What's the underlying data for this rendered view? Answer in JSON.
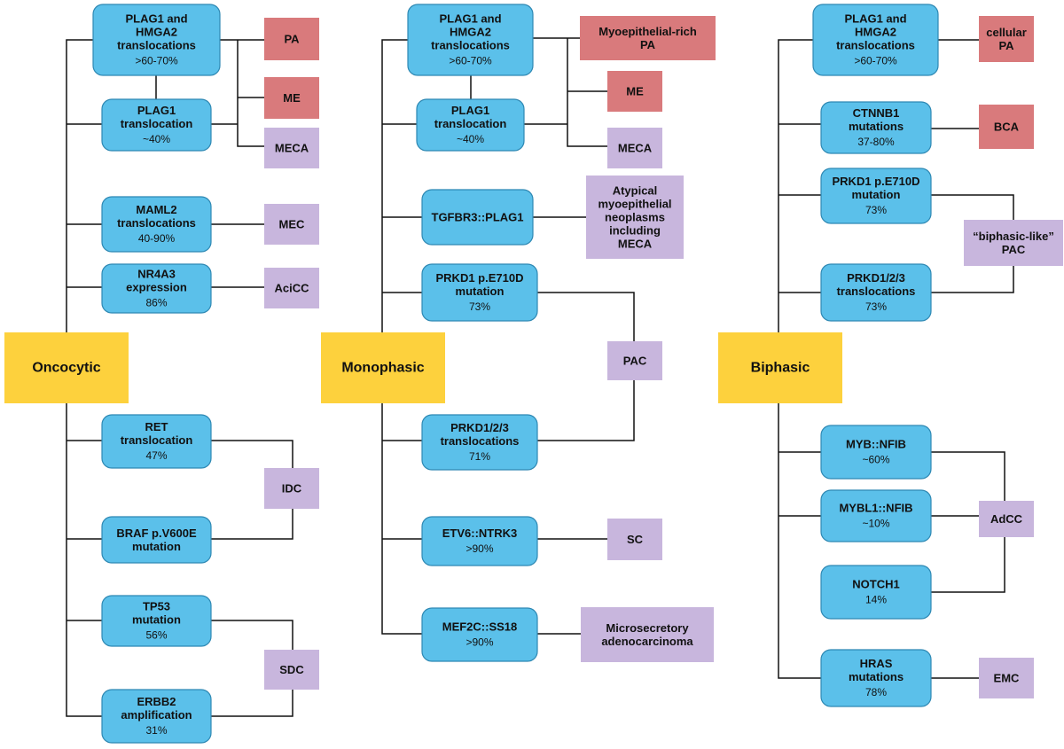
{
  "colors": {
    "genetic_box": "#5bc0ea",
    "genetic_border": "#2e88b3",
    "benign": "#d97a7c",
    "malignant": "#c8b6dd",
    "category": "#fdd13d",
    "line": "#111111"
  },
  "categories": {
    "oncocytic": "Oncocytic",
    "monophasic": "Monophasic",
    "biphasic": "Biphasic"
  },
  "genetics": {
    "c1_plag1_hmga2": {
      "lines": [
        "PLAG1 and",
        "HMGA2",
        "translocations"
      ],
      "pct": ">60-70%"
    },
    "c1_plag1": {
      "lines": [
        "PLAG1",
        "translocation"
      ],
      "pct": "~40%"
    },
    "c1_maml2": {
      "lines": [
        "MAML2",
        "translocations"
      ],
      "pct": "40-90%"
    },
    "c1_nr4a3": {
      "lines": [
        "NR4A3",
        "expression"
      ],
      "pct": "86%"
    },
    "c1_ret": {
      "lines": [
        "RET",
        "translocation"
      ],
      "pct": "47%"
    },
    "c1_braf": {
      "lines": [
        "BRAF p.V600E",
        "mutation"
      ],
      "pct": ""
    },
    "c1_tp53": {
      "lines": [
        "TP53",
        "mutation"
      ],
      "pct": "56%"
    },
    "c1_erbb2": {
      "lines": [
        "ERBB2",
        "amplification"
      ],
      "pct": "31%"
    },
    "c2_plag1_hmga2": {
      "lines": [
        "PLAG1 and",
        "HMGA2",
        "translocations"
      ],
      "pct": ">60-70%"
    },
    "c2_plag1": {
      "lines": [
        "PLAG1",
        "translocation"
      ],
      "pct": "~40%"
    },
    "c2_tgfbr3": {
      "lines": [
        "TGFBR3::PLAG1"
      ],
      "pct": ""
    },
    "c2_prkd1": {
      "lines": [
        "PRKD1 p.E710D",
        "mutation"
      ],
      "pct": "73%"
    },
    "c2_prkd123": {
      "lines": [
        "PRKD1/2/3",
        "translocations"
      ],
      "pct": "71%"
    },
    "c2_etv6": {
      "lines": [
        "ETV6::NTRK3"
      ],
      "pct": ">90%"
    },
    "c2_mef2c": {
      "lines": [
        "MEF2C::SS18"
      ],
      "pct": ">90%"
    },
    "c3_plag1_hmga2": {
      "lines": [
        "PLAG1 and",
        "HMGA2",
        "translocations"
      ],
      "pct": ">60-70%"
    },
    "c3_ctnnb1": {
      "lines": [
        "CTNNB1",
        "mutations"
      ],
      "pct": "37-80%"
    },
    "c3_prkd1": {
      "lines": [
        "PRKD1 p.E710D",
        "mutation"
      ],
      "pct": "73%"
    },
    "c3_prkd123": {
      "lines": [
        "PRKD1/2/3",
        "translocations"
      ],
      "pct": "73%"
    },
    "c3_myb": {
      "lines": [
        "MYB::NFIB"
      ],
      "pct": "~60%"
    },
    "c3_mybl1": {
      "lines": [
        "MYBL1::NFIB"
      ],
      "pct": "~10%"
    },
    "c3_notch1": {
      "lines": [
        "NOTCH1"
      ],
      "pct": "14%"
    },
    "c3_hras": {
      "lines": [
        "HRAS",
        "mutations"
      ],
      "pct": "78%"
    }
  },
  "results": {
    "c1_pa": {
      "lines": [
        "PA"
      ],
      "type": "benign"
    },
    "c1_me": {
      "lines": [
        "ME"
      ],
      "type": "benign"
    },
    "c1_meca": {
      "lines": [
        "MECA"
      ],
      "type": "malignant"
    },
    "c1_mec": {
      "lines": [
        "MEC"
      ],
      "type": "malignant"
    },
    "c1_acicc": {
      "lines": [
        "AciCC"
      ],
      "type": "malignant"
    },
    "c1_idc": {
      "lines": [
        "IDC"
      ],
      "type": "malignant"
    },
    "c1_sdc": {
      "lines": [
        "SDC"
      ],
      "type": "malignant"
    },
    "c2_pa": {
      "lines": [
        "Myoepithelial-rich",
        "PA"
      ],
      "type": "benign"
    },
    "c2_me": {
      "lines": [
        "ME"
      ],
      "type": "benign"
    },
    "c2_meca": {
      "lines": [
        "MECA"
      ],
      "type": "malignant"
    },
    "c2_atypical": {
      "lines": [
        "Atypical",
        "myoepithelial",
        "neoplasms",
        "including",
        "MECA"
      ],
      "type": "malignant"
    },
    "c2_pac": {
      "lines": [
        "PAC"
      ],
      "type": "malignant"
    },
    "c2_sc": {
      "lines": [
        "SC"
      ],
      "type": "malignant"
    },
    "c2_msa": {
      "lines": [
        "Microsecretory",
        "adenocarcinoma"
      ],
      "type": "malignant"
    },
    "c3_pa": {
      "lines": [
        "cellular",
        "PA"
      ],
      "type": "benign"
    },
    "c3_bca": {
      "lines": [
        "BCA"
      ],
      "type": "benign"
    },
    "c3_pac": {
      "lines": [
        "“biphasic-like”",
        "PAC"
      ],
      "type": "malignant"
    },
    "c3_adcc": {
      "lines": [
        "AdCC"
      ],
      "type": "malignant"
    },
    "c3_emc": {
      "lines": [
        "EMC"
      ],
      "type": "malignant"
    }
  }
}
